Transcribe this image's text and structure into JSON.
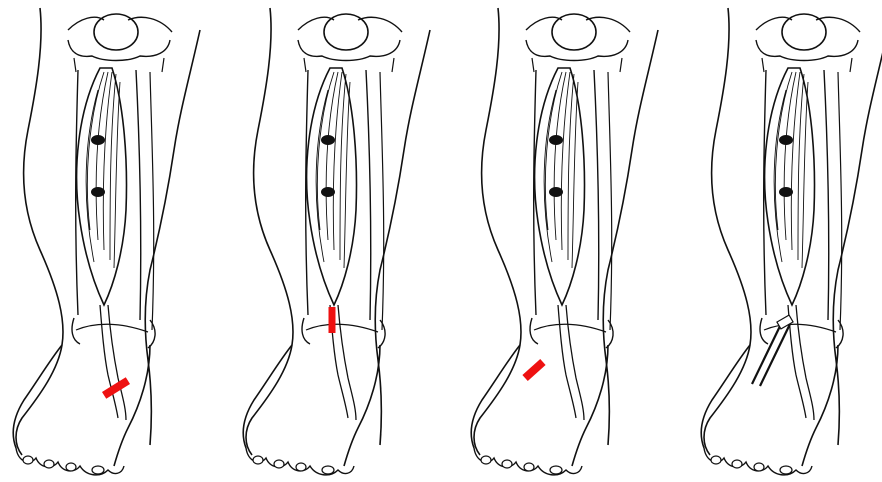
{
  "figure": {
    "background": "#ffffff",
    "line_color": "#111111",
    "mark_color": "#ee1111",
    "panel_count": 4,
    "panels": [
      {
        "id": "panel-1",
        "marker": "red-incision-lateral-dorsum"
      },
      {
        "id": "panel-2",
        "marker": "red-incision-musculotendinous-junction"
      },
      {
        "id": "panel-3",
        "marker": "red-incision-medial-dorsum"
      },
      {
        "id": "panel-4",
        "marker": "double-line-tendon-transfer"
      }
    ]
  }
}
